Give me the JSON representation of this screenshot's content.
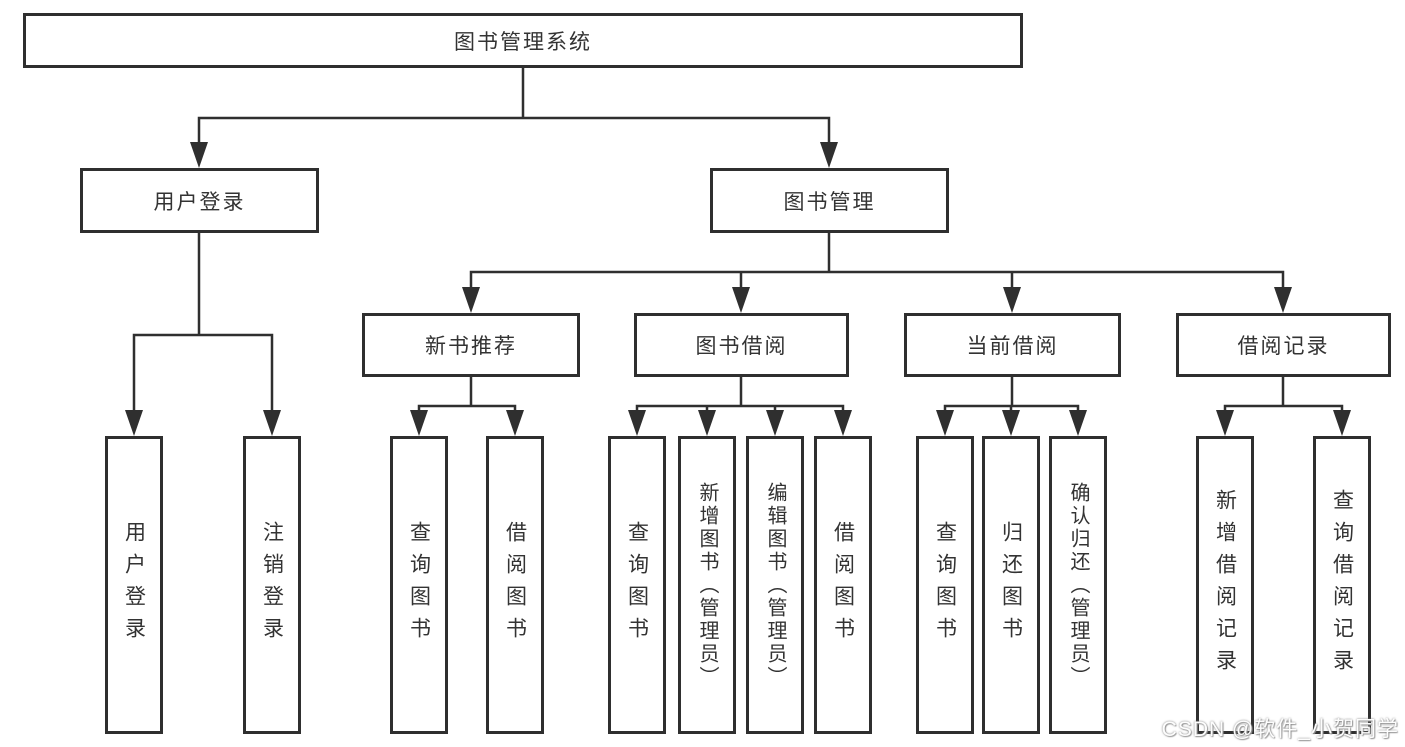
{
  "colors": {
    "line": "#2f2f2f",
    "text": "#333333",
    "background": "#ffffff"
  },
  "nodes": {
    "root": {
      "label": "图书管理系统"
    },
    "level2": [
      {
        "label": "用户登录"
      },
      {
        "label": "图书管理"
      }
    ],
    "level3": [
      {
        "label": "新书推荐",
        "parent": "图书管理"
      },
      {
        "label": "图书借阅",
        "parent": "图书管理"
      },
      {
        "label": "当前借阅",
        "parent": "图书管理"
      },
      {
        "label": "借阅记录",
        "parent": "图书管理"
      }
    ],
    "leaves": [
      {
        "label": "用户登录",
        "parent": "用户登录"
      },
      {
        "label": "注销登录",
        "parent": "用户登录"
      },
      {
        "label": "查询图书",
        "parent": "新书推荐"
      },
      {
        "label": "借阅图书",
        "parent": "新书推荐"
      },
      {
        "label": "查询图书",
        "parent": "图书借阅"
      },
      {
        "label": "新增图书（管理员）",
        "parent": "图书借阅"
      },
      {
        "label": "编辑图书（管理员）",
        "parent": "图书借阅"
      },
      {
        "label": "借阅图书",
        "parent": "图书借阅"
      },
      {
        "label": "查询图书",
        "parent": "当前借阅"
      },
      {
        "label": "归还图书",
        "parent": "当前借阅"
      },
      {
        "label": "确认归还（管理员）",
        "parent": "当前借阅"
      },
      {
        "label": "新增借阅记录",
        "parent": "借阅记录"
      },
      {
        "label": "查询借阅记录",
        "parent": "借阅记录"
      }
    ]
  },
  "watermark": {
    "text": "CSDN @软件_小贺同学"
  }
}
